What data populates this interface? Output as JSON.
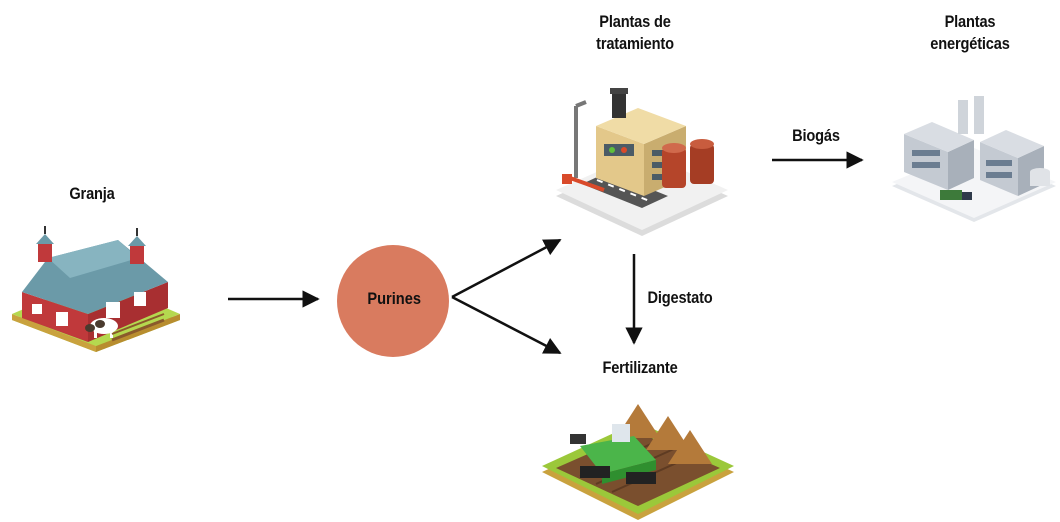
{
  "nodes": {
    "granja": {
      "label": "Granja",
      "icon": "farm-barn-icon"
    },
    "purines": {
      "label": "Purines",
      "color": "#d97b5f"
    },
    "plantas_tratamiento": {
      "label_line1": "Plantas de",
      "label_line2": "tratamiento",
      "icon": "treatment-plant-icon"
    },
    "plantas_energeticas": {
      "label_line1": "Plantas",
      "label_line2": "energéticas",
      "icon": "power-plant-icon"
    },
    "fertilizante": {
      "label": "Fertilizante",
      "icon": "tractor-field-icon"
    }
  },
  "edges": {
    "biogas": {
      "label": "Biogás"
    },
    "digestato": {
      "label": "Digestato"
    }
  }
}
